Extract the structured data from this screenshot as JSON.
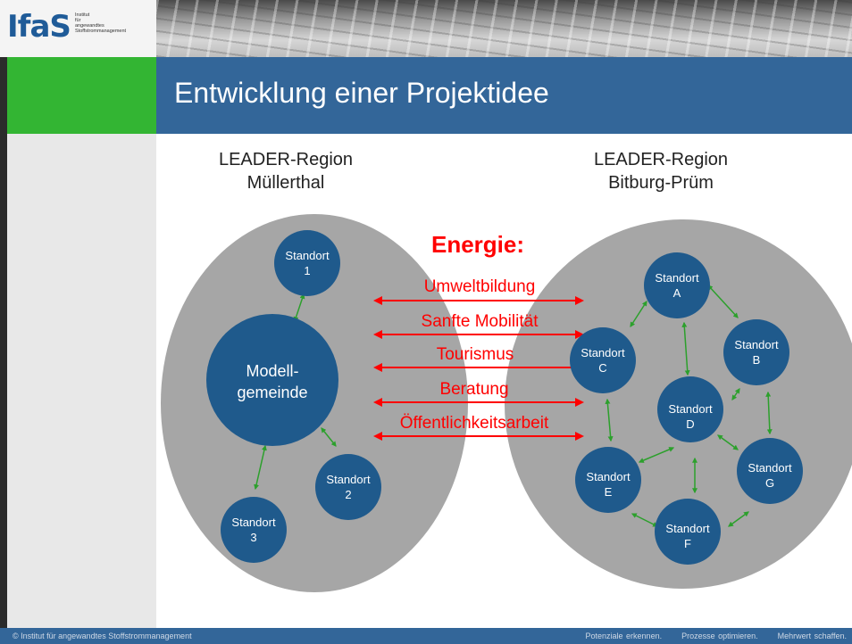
{
  "logo": {
    "text": "IfaS",
    "sub_line1": "Institut",
    "sub_line2": "für",
    "sub_line3": "angewandtes",
    "sub_line4": "Stoffstrommanagement"
  },
  "title": "Entwicklung einer Projektidee",
  "regions": {
    "left": {
      "line1": "LEADER-Region",
      "line2": "Müllerthal"
    },
    "right": {
      "line1": "LEADER-Region",
      "line2": "Bitburg-Prüm"
    }
  },
  "energy": {
    "heading": "Energie:",
    "topics": [
      "Umweltbildung",
      "Sanfte Mobilität",
      "Tourismus",
      "Beratung",
      "Öffentlichkeitsarbeit"
    ]
  },
  "left_nodes": {
    "model": {
      "line1": "Modell-",
      "line2": "gemeinde"
    },
    "s1": {
      "line1": "Standort",
      "line2": "1"
    },
    "s2": {
      "line1": "Standort",
      "line2": "2"
    },
    "s3": {
      "line1": "Standort",
      "line2": "3"
    }
  },
  "right_nodes": {
    "a": {
      "line1": "Standort",
      "line2": "A"
    },
    "b": {
      "line1": "Standort",
      "line2": "B"
    },
    "c": {
      "line1": "Standort",
      "line2": "C"
    },
    "d": {
      "line1": "Standort",
      "line2": "D"
    },
    "e": {
      "line1": "Standort",
      "line2": "E"
    },
    "f": {
      "line1": "Standort",
      "line2": "F"
    },
    "g": {
      "line1": "Standort",
      "line2": "G"
    }
  },
  "footer": {
    "copyright": "© Institut für angewandtes Stoffstrommanagement",
    "slogan1": "Potenziale erkennen.",
    "slogan2": "Prozesse optimieren.",
    "slogan3": "Mehrwert schaffen."
  },
  "colors": {
    "node_blue": "#1f5a8c",
    "region_gray": "#a6a6a6",
    "accent_red": "#ff0000",
    "link_green": "#2ca02c",
    "header_blue": "#336699",
    "accent_green": "#33b533"
  }
}
